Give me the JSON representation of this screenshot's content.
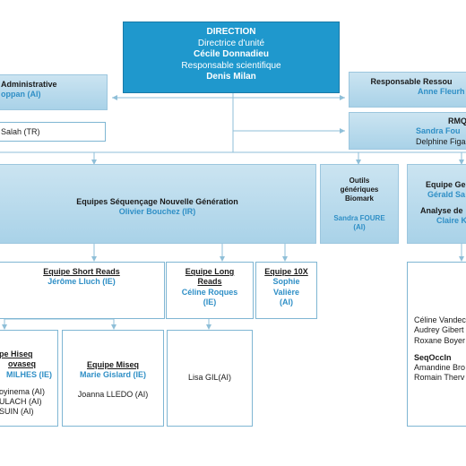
{
  "direction": {
    "title": "DIRECTION",
    "role1": "Directrice d'unité",
    "name1": "Cécile Donnadieu",
    "role2": "Responsable  scientifique",
    "name2": "Denis Milan"
  },
  "admin": {
    "title": "Administrative",
    "name": "oppan (AI)"
  },
  "admin_staff": {
    "text": "Salah (TR)"
  },
  "resources": {
    "title": "Responsable Ressou",
    "name": "Anne Fleurh"
  },
  "rmq": {
    "title": "RMQ",
    "name": "Sandra Fou",
    "member": "Delphine Figa"
  },
  "ngs": {
    "title": "Equipes Séquençage Nouvelle Génération",
    "lead": "Olivier Bouchez (IR)"
  },
  "tools": {
    "l1": "Outils",
    "l2": "génériques",
    "l3": "Biomark",
    "name": "Sandra FOURE",
    "grade": "(AI)"
  },
  "ge": {
    "title": "Equipe Ge",
    "lead": "Gérald Sa",
    "sub": "Analyse de",
    "sub_lead": "Claire K"
  },
  "short_reads": {
    "title": "Equipe Short Reads",
    "lead": "Jérôme Lluch (IE)"
  },
  "long_reads": {
    "title1": "Equipe Long",
    "title2": "Reads",
    "lead1": "Céline Roques",
    "lead2": "(IE)"
  },
  "tenx": {
    "title": "Equipe 10X",
    "lead1": "Sophie",
    "lead2": "Valière",
    "lead3": "(AI)"
  },
  "hiseq": {
    "title1": "pe Hiseq",
    "title2": "ovaseq",
    "lead": "MILHES (IE)",
    "members": [
      "oyinema (AI)",
      "ULACH (AI)",
      "SUIN (AI)"
    ]
  },
  "miseq": {
    "title": "Equipe Miseq",
    "lead": "Marie Gislard (IE)",
    "member": "Joanna LLEDO (AI)"
  },
  "long_staff": {
    "member": "Lisa GIL(AI)"
  },
  "right_team": {
    "members": [
      "Céline Vandec",
      "Audrey Gibert",
      "Roxane Boyer"
    ],
    "subteam": "SeqOccIn",
    "sub_members": [
      "Amandine Bro",
      "Romain Therv"
    ]
  },
  "colors": {
    "direction": "#1f98cd",
    "accent_text": "#2f8fc6",
    "connector": "#7fb6d3"
  }
}
